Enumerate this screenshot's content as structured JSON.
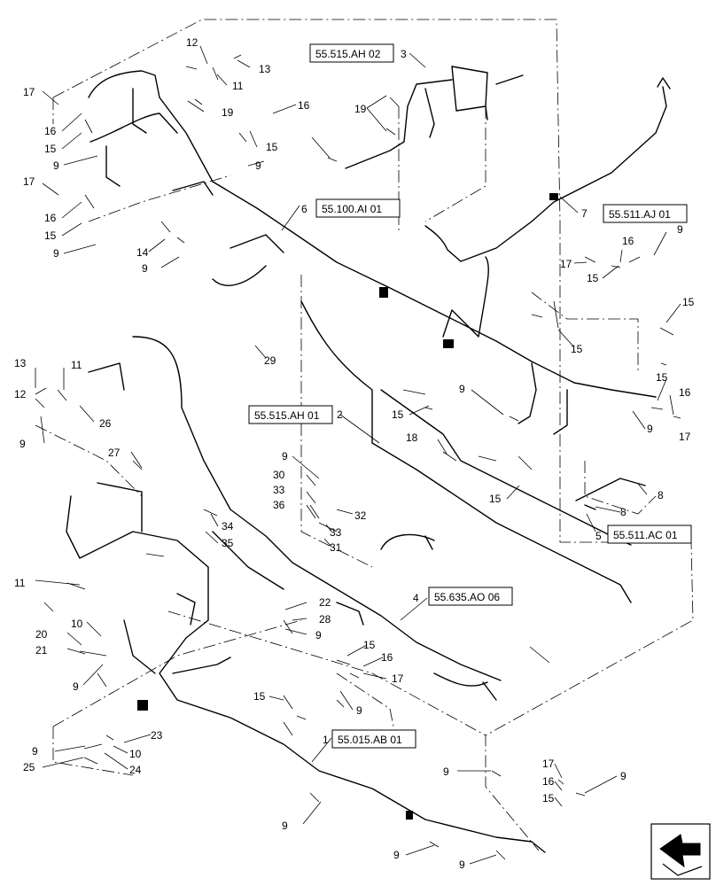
{
  "reference_boxes": {
    "r_55515ah02": "55.515.AH 02",
    "r_55100ai01": "55.100.AI 01",
    "r_55511aj01": "55.511.AJ 01",
    "r_55515ah01": "55.515.AH 01",
    "r_55511ac01": "55.511.AC 01",
    "r_55635ao06": "55.635.AO 06",
    "r_55015ab01": "55.015.AB 01"
  },
  "callouts": [
    "12",
    "13",
    "11",
    "3",
    "17",
    "16",
    "15",
    "9",
    "19",
    "16",
    "15",
    "9",
    "19",
    "17",
    "16",
    "15",
    "9",
    "6",
    "7",
    "14",
    "9",
    "9",
    "17",
    "16",
    "15",
    "15",
    "15",
    "29",
    "13",
    "12",
    "11",
    "26",
    "9",
    "9",
    "15",
    "2",
    "16",
    "15",
    "9",
    "17",
    "27",
    "18",
    "15",
    "8",
    "8",
    "5",
    "9",
    "30",
    "33",
    "36",
    "32",
    "33",
    "31",
    "34",
    "35",
    "11",
    "4",
    "22",
    "28",
    "9",
    "10",
    "20",
    "21",
    "9",
    "15",
    "16",
    "17",
    "15",
    "9",
    "23",
    "9",
    "10",
    "25",
    "24",
    "1",
    "9",
    "17",
    "16",
    "15",
    "9",
    "9",
    "9",
    "9"
  ],
  "icons": {
    "view_direction": "arrow-icon"
  }
}
